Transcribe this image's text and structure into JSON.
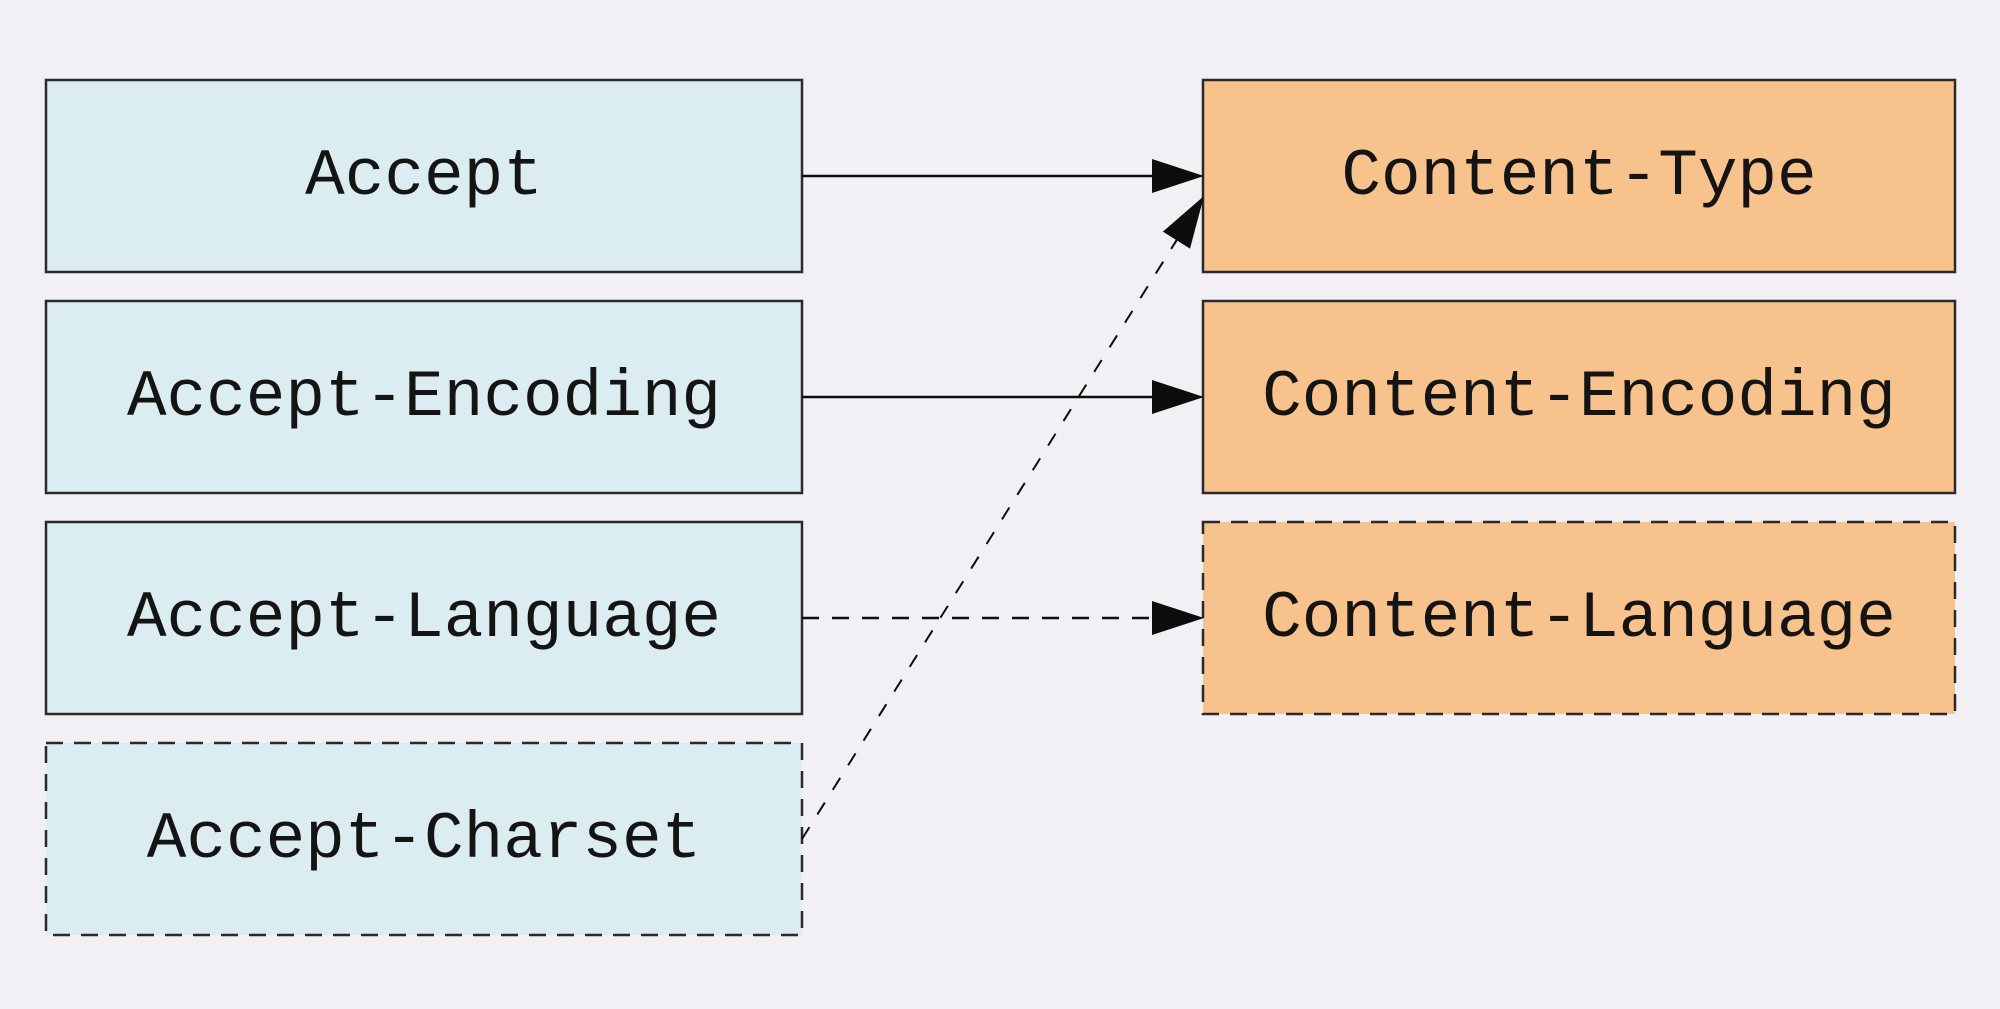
{
  "diagram": {
    "request_headers": [
      {
        "label": "Accept",
        "border": "solid"
      },
      {
        "label": "Accept-Encoding",
        "border": "solid"
      },
      {
        "label": "Accept-Language",
        "border": "solid"
      },
      {
        "label": "Accept-Charset",
        "border": "dashed"
      }
    ],
    "response_headers": [
      {
        "label": "Content-Type",
        "border": "solid"
      },
      {
        "label": "Content-Encoding",
        "border": "solid"
      },
      {
        "label": "Content-Language",
        "border": "dashed"
      }
    ],
    "connections": [
      {
        "from": "Accept",
        "to": "Content-Type",
        "style": "solid"
      },
      {
        "from": "Accept-Encoding",
        "to": "Content-Encoding",
        "style": "solid"
      },
      {
        "from": "Accept-Language",
        "to": "Content-Language",
        "style": "dashed"
      },
      {
        "from": "Accept-Charset",
        "to": "Content-Type",
        "style": "dashed"
      }
    ],
    "colors": {
      "background": "#f2f0f5",
      "request_fill": "#dcedf1",
      "response_fill": "#f7c28b",
      "outline": "#2a2a2a",
      "connector": "#0d0d0d",
      "text": "#141414"
    }
  }
}
